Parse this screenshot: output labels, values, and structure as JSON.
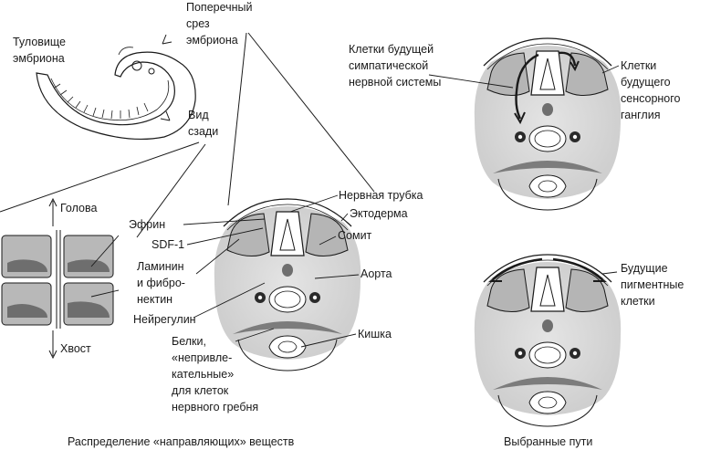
{
  "labels": {
    "cross_section": [
      "Поперечный",
      "срез",
      "эмбриона"
    ],
    "trunk": [
      "Туловище",
      "эмбриона"
    ],
    "dorsal_view": [
      "Вид",
      "сзади"
    ],
    "head": "Голова",
    "tail": "Хвост",
    "ephrin": "Эфрин",
    "sdf1": "SDF-1",
    "laminin": [
      "Ламинин",
      "и фибро-",
      "нектин"
    ],
    "neuregulin": "Нейрегулин",
    "proteins": [
      "Белки,",
      "«непривле-",
      "кательные»",
      "для клеток",
      "нервного гребня"
    ],
    "neural_tube": "Нервная трубка",
    "ectoderm": "Эктодерма",
    "somite": "Сомит",
    "aorta": "Аорта",
    "gut": "Кишка",
    "sympathetic": [
      "Клетки будущей",
      "симпатической",
      "нервной системы"
    ],
    "sensory": [
      "Клетки",
      "будущего",
      "сенсорного",
      "ганглия"
    ],
    "pigment": [
      "Будущие",
      "пигментные",
      "клетки"
    ]
  },
  "captions": {
    "left": "Распределение «направляющих» веществ",
    "right": "Выбранные пути"
  },
  "colors": {
    "ink": "#1a1a1a",
    "somite_gray": "#b5b5b5",
    "mesenchyme_gray": "#dcdcdc",
    "dark_tissue": "#6e6e6e"
  }
}
